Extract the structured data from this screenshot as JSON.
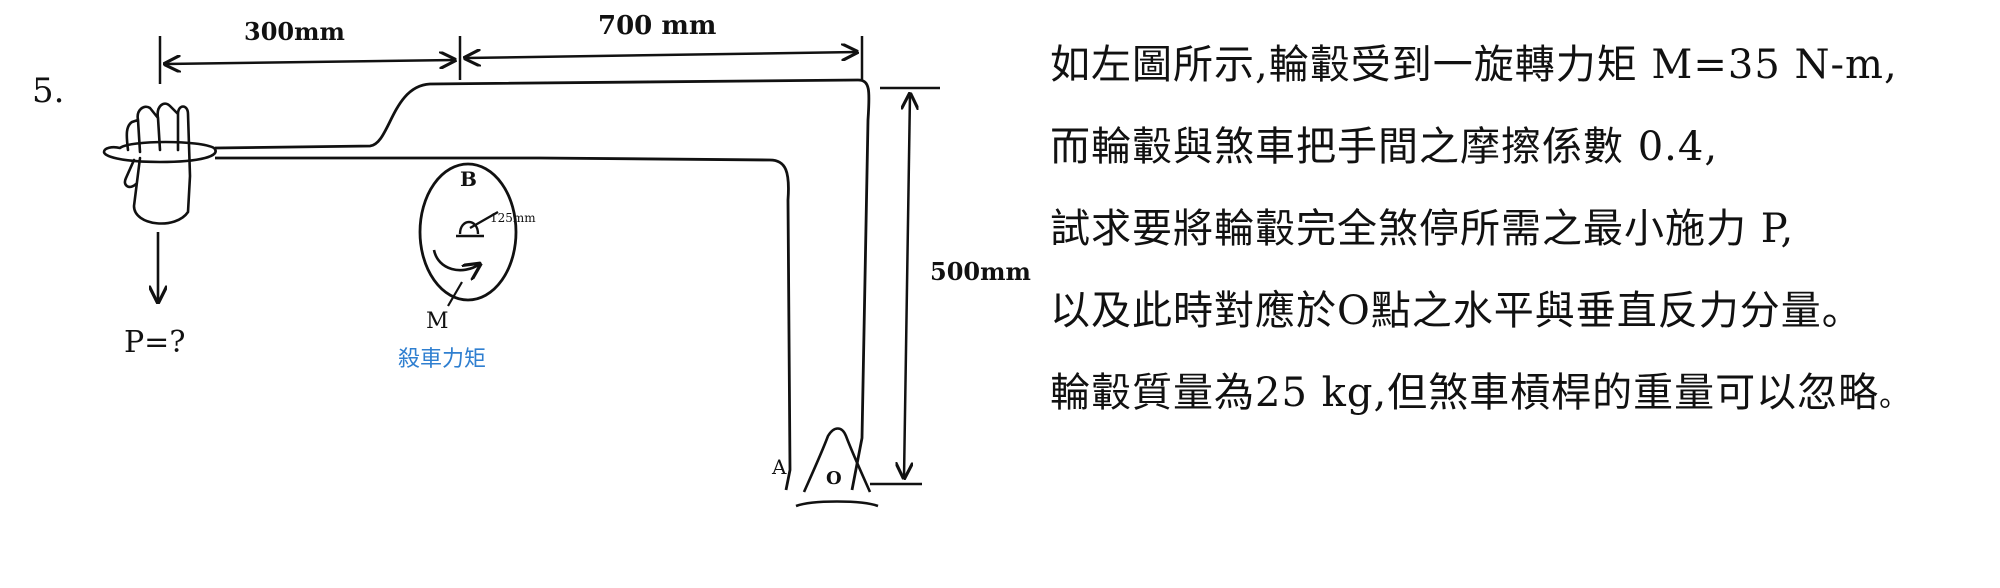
{
  "problem": {
    "number": "5.",
    "lines": [
      "如左圖所示,輪轂受到一旋轉力矩 M=35 N-m,",
      "而輪轂與煞車把手間之摩擦係數 0.4,",
      "試求要將輪轂完全煞停所需之最小施力 P,",
      "以及此時對應於O點之水平與垂直反力分量。",
      "輪轂質量為25 kg,但煞車槓桿的重量可以忽略"
    ],
    "end_mark": "。"
  },
  "diagram": {
    "dim_top_left": "300mm",
    "dim_top_right": "700 mm",
    "dim_height": "500mm",
    "radius_label": "125mm",
    "label_b": "B",
    "label_a": "A",
    "label_o": "O",
    "label_m": "M",
    "label_p": "P=?",
    "moment_note": "殺車力矩",
    "moment_note_color": "#2f7fd0"
  }
}
